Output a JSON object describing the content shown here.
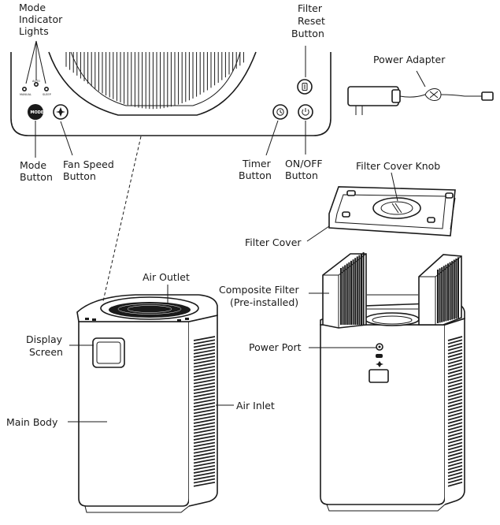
{
  "labels": {
    "mode_indicator": [
      "Mode",
      "Indicator",
      "Lights"
    ],
    "filter_reset": [
      "Filter",
      "Reset",
      "Button"
    ],
    "power_adapter": "Power Adapter",
    "mode_button": [
      "Mode",
      "Button"
    ],
    "fan_speed": [
      "Fan Speed",
      "Button"
    ],
    "timer": [
      "Timer",
      "Button"
    ],
    "on_off": [
      "ON/OFF",
      "Button"
    ],
    "filter_cover_knob": "Filter Cover Knob",
    "filter_cover": "Filter Cover",
    "air_outlet": "Air Outlet",
    "composite_filter": [
      "Composite Filter",
      "(Pre-installed)"
    ],
    "display_screen": [
      "Display",
      "Screen"
    ],
    "power_port": "Power Port",
    "air_inlet": "Air Inlet",
    "main_body": "Main Body"
  },
  "panel_text": {
    "manual": "MANUAL",
    "auto": "AUTO",
    "sleep": "SLEEP",
    "mode_btn": "MODE"
  },
  "colors": {
    "ink": "#1a1a1a",
    "background": "#ffffff"
  }
}
